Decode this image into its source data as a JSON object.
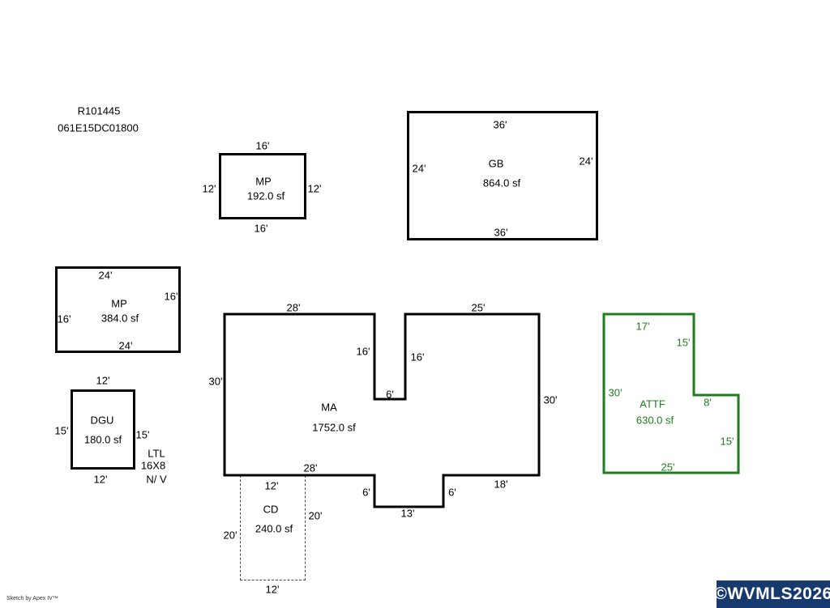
{
  "header": {
    "parcel_id": "R101445",
    "tax_lot": "061E15DC01800"
  },
  "shapes": {
    "mp1": {
      "name": "MP",
      "area": "192.0 sf",
      "dim_top": "16'",
      "dim_bottom": "16'",
      "dim_left": "12'",
      "dim_right": "12'"
    },
    "gb": {
      "name": "GB",
      "area": "864.0 sf",
      "dim_top": "36'",
      "dim_bottom": "36'",
      "dim_left": "24'",
      "dim_right": "24'"
    },
    "mp2": {
      "name": "MP",
      "area": "384.0 sf",
      "dim_top": "24'",
      "dim_bottom": "24'",
      "dim_left": "16'",
      "dim_right": "16'"
    },
    "dgu": {
      "name": "DGU",
      "area": "180.0 sf",
      "dim_top": "12'",
      "dim_bottom": "12'",
      "dim_left": "15'",
      "dim_right": "15'"
    },
    "ltl": {
      "line1": "LTL",
      "line2": "16X8",
      "line3": "N/ V"
    },
    "ma": {
      "name": "MA",
      "area": "1752.0 sf",
      "dim_top_left": "28'",
      "dim_top_right": "25'",
      "dim_notch_left": "16'",
      "dim_notch_right": "16'",
      "dim_notch_bottom": "6'",
      "dim_left": "30'",
      "dim_right": "30'",
      "dim_bottom_left": "28'",
      "dim_bottom_right": "18'",
      "dim_bump_left": "6'",
      "dim_bump_right": "6'",
      "dim_bump_bottom": "13'"
    },
    "attf": {
      "name": "ATTF",
      "area": "630.0 sf",
      "dim_top": "17'",
      "dim_upper_right": "15'",
      "dim_left": "30'",
      "dim_step": "8'",
      "dim_lower_right": "15'",
      "dim_bottom": "25'"
    },
    "cd": {
      "name": "CD",
      "area": "240.0 sf",
      "dim_top": "12'",
      "dim_bottom": "12'",
      "dim_left": "20'",
      "dim_right": "20'"
    }
  },
  "footer": {
    "credit": "Sketch by Apex IV™",
    "watermark": "©WVMLS2026"
  },
  "colors": {
    "line": "#000000",
    "attf": "#1f7d1f",
    "watermark_bg": "#173a6e",
    "watermark_text": "#ffffff",
    "dash": "#444444"
  }
}
